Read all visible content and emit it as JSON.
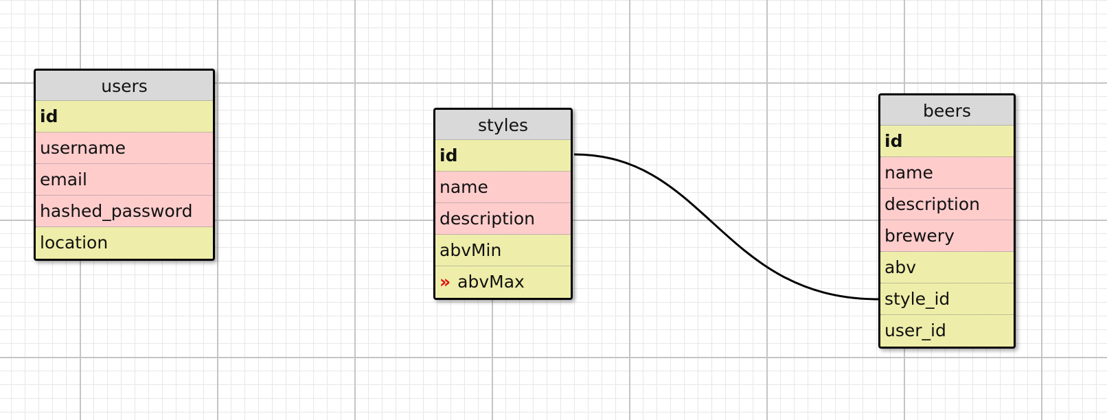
{
  "tables": {
    "users": {
      "title": "users",
      "fields": [
        {
          "name": "id",
          "color": "yellow",
          "primary": true
        },
        {
          "name": "username",
          "color": "pink"
        },
        {
          "name": "email",
          "color": "pink"
        },
        {
          "name": "hashed_password",
          "color": "pink"
        },
        {
          "name": "location",
          "color": "yellow"
        }
      ]
    },
    "styles": {
      "title": "styles",
      "fields": [
        {
          "name": "id",
          "color": "yellow",
          "primary": true
        },
        {
          "name": "name",
          "color": "pink"
        },
        {
          "name": "description",
          "color": "pink"
        },
        {
          "name": "abvMin",
          "color": "yellow"
        },
        {
          "name": "abvMax",
          "color": "yellow",
          "marker": "»"
        }
      ]
    },
    "beers": {
      "title": "beers",
      "fields": [
        {
          "name": "id",
          "color": "yellow",
          "primary": true
        },
        {
          "name": "name",
          "color": "pink"
        },
        {
          "name": "description",
          "color": "pink"
        },
        {
          "name": "brewery",
          "color": "pink"
        },
        {
          "name": "abv",
          "color": "yellow"
        },
        {
          "name": "style_id",
          "color": "yellow"
        },
        {
          "name": "user_id",
          "color": "yellow"
        }
      ]
    }
  },
  "relations": [
    {
      "from": "styles.id",
      "to": "beers.style_id"
    }
  ],
  "colors": {
    "header": "#d9d9d9",
    "field_yellow": "#eeeeaa",
    "field_pink": "#ffcccc",
    "border": "#000000",
    "marker": "#e01010"
  }
}
